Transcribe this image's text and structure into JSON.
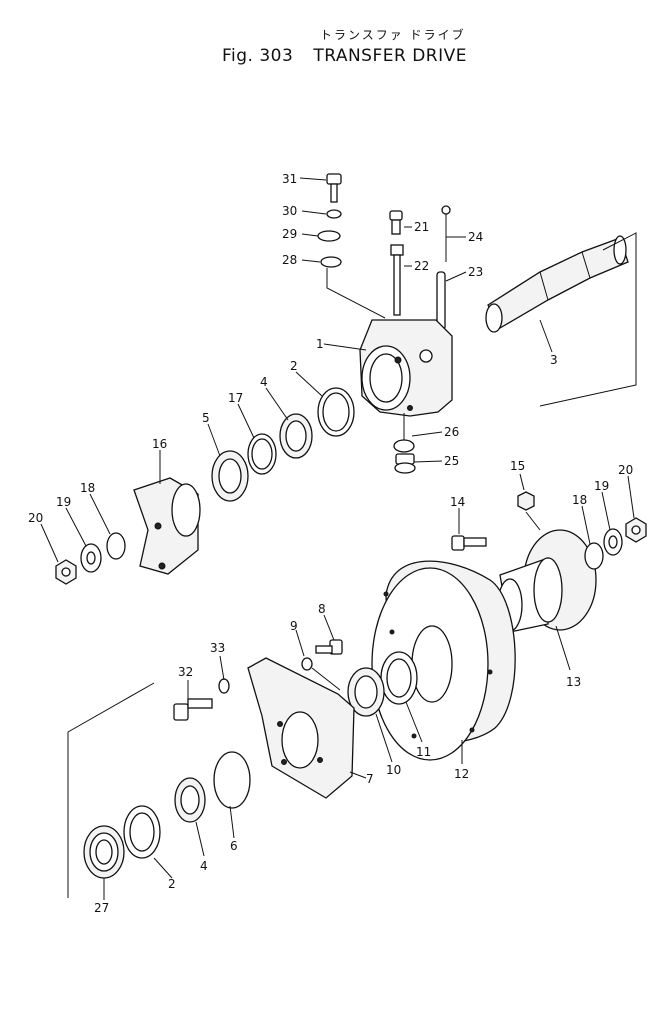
{
  "title_jp": "トランスファ ドライブ",
  "figure_number": "Fig. 303",
  "figure_title": "TRANSFER DRIVE",
  "callouts": [
    {
      "id": "c31",
      "text": "31"
    },
    {
      "id": "c30",
      "text": "30"
    },
    {
      "id": "c29",
      "text": "29"
    },
    {
      "id": "c28",
      "text": "28"
    },
    {
      "id": "c21",
      "text": "21"
    },
    {
      "id": "c22",
      "text": "22"
    },
    {
      "id": "c24",
      "text": "24"
    },
    {
      "id": "c23",
      "text": "23"
    },
    {
      "id": "c3",
      "text": "3"
    },
    {
      "id": "c1",
      "text": "1"
    },
    {
      "id": "c2a",
      "text": "2"
    },
    {
      "id": "c4a",
      "text": "4"
    },
    {
      "id": "c17",
      "text": "17"
    },
    {
      "id": "c5",
      "text": "5"
    },
    {
      "id": "c16",
      "text": "16"
    },
    {
      "id": "c26",
      "text": "26"
    },
    {
      "id": "c25",
      "text": "25"
    },
    {
      "id": "c15",
      "text": "15"
    },
    {
      "id": "c20a",
      "text": "20"
    },
    {
      "id": "c19a",
      "text": "19"
    },
    {
      "id": "c18a",
      "text": "18"
    },
    {
      "id": "c14",
      "text": "14"
    },
    {
      "id": "c18b",
      "text": "18"
    },
    {
      "id": "c19b",
      "text": "19"
    },
    {
      "id": "c20b",
      "text": "20"
    },
    {
      "id": "c13",
      "text": "13"
    },
    {
      "id": "c8",
      "text": "8"
    },
    {
      "id": "c9",
      "text": "9"
    },
    {
      "id": "c33",
      "text": "33"
    },
    {
      "id": "c32",
      "text": "32"
    },
    {
      "id": "c7",
      "text": "7"
    },
    {
      "id": "c10",
      "text": "10"
    },
    {
      "id": "c11",
      "text": "11"
    },
    {
      "id": "c12",
      "text": "12"
    },
    {
      "id": "c6",
      "text": "6"
    },
    {
      "id": "c4b",
      "text": "4"
    },
    {
      "id": "c2b",
      "text": "2"
    },
    {
      "id": "c27",
      "text": "27"
    }
  ]
}
